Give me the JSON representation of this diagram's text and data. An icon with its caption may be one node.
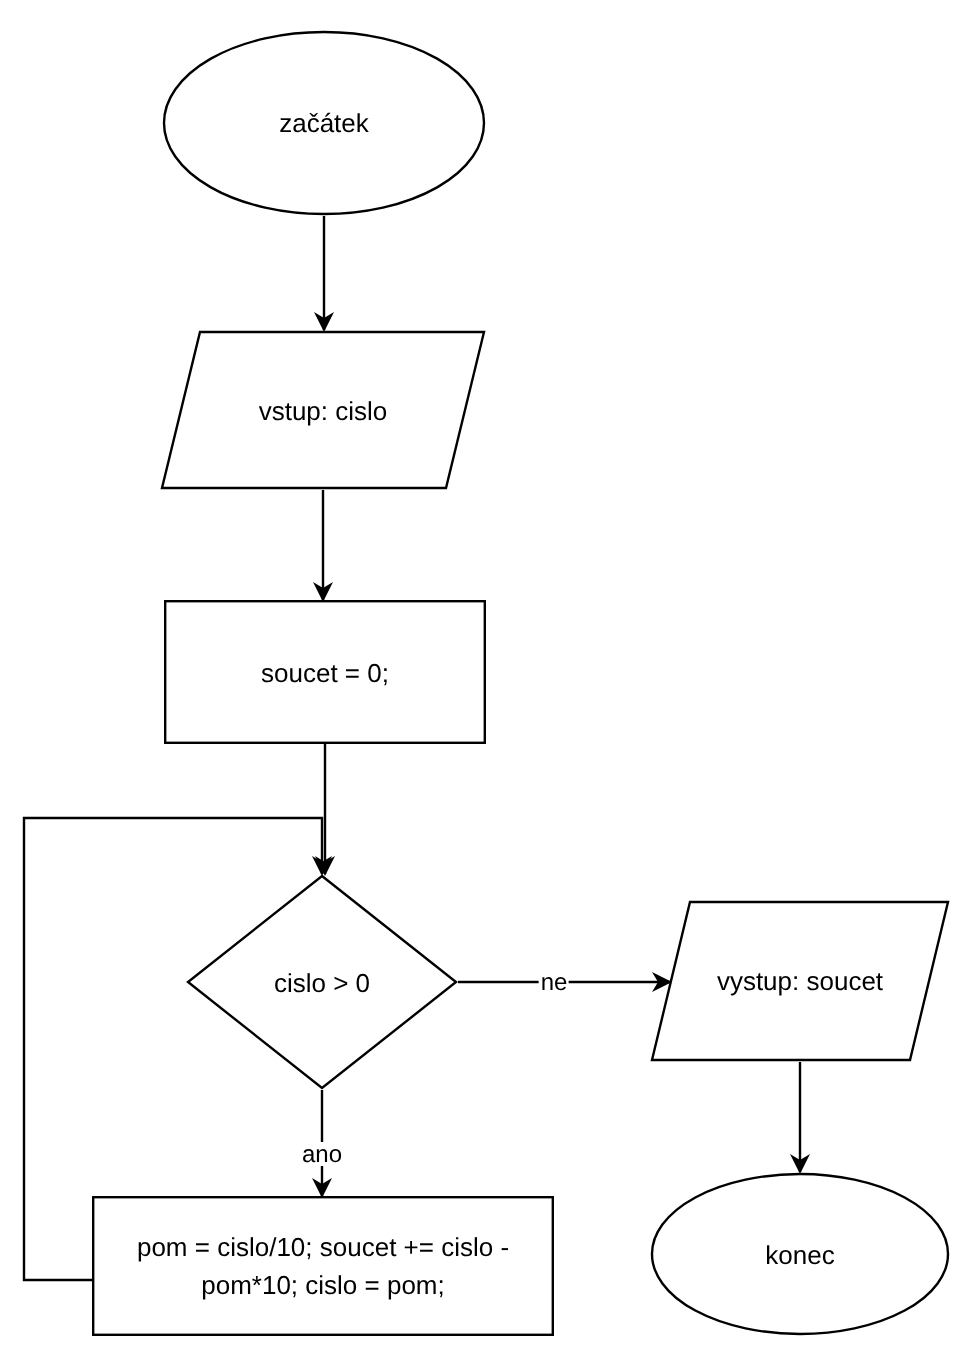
{
  "diagram": {
    "nodes": [
      {
        "text": [
          "začátek"
        ]
      },
      {
        "text": [
          "vstup: cislo"
        ]
      },
      {
        "text": [
          "soucet = 0;"
        ]
      },
      {
        "text": [
          "cislo > 0"
        ]
      },
      {
        "text": [
          "vystup: soucet"
        ]
      },
      {
        "text": [
          "konec"
        ]
      },
      {
        "text": [
          "pom = cislo/10; soucet += cislo - pom*10; cislo = pom;"
        ]
      }
    ],
    "edges": [
      {
        "from": 0,
        "to": 1,
        "arrow": "to"
      },
      {
        "from": 1,
        "to": 2,
        "arrow": "to"
      },
      {
        "from": 2,
        "to": 3,
        "arrow": "to"
      },
      {
        "from": 3,
        "to": 4,
        "arrow": "to",
        "label": "ne"
      },
      {
        "from": 3,
        "to": 6,
        "arrow": "to",
        "label": "ano"
      },
      {
        "from": 4,
        "to": 5,
        "arrow": "to"
      },
      {
        "from": 6,
        "to": 3,
        "arrow": "to"
      }
    ]
  }
}
